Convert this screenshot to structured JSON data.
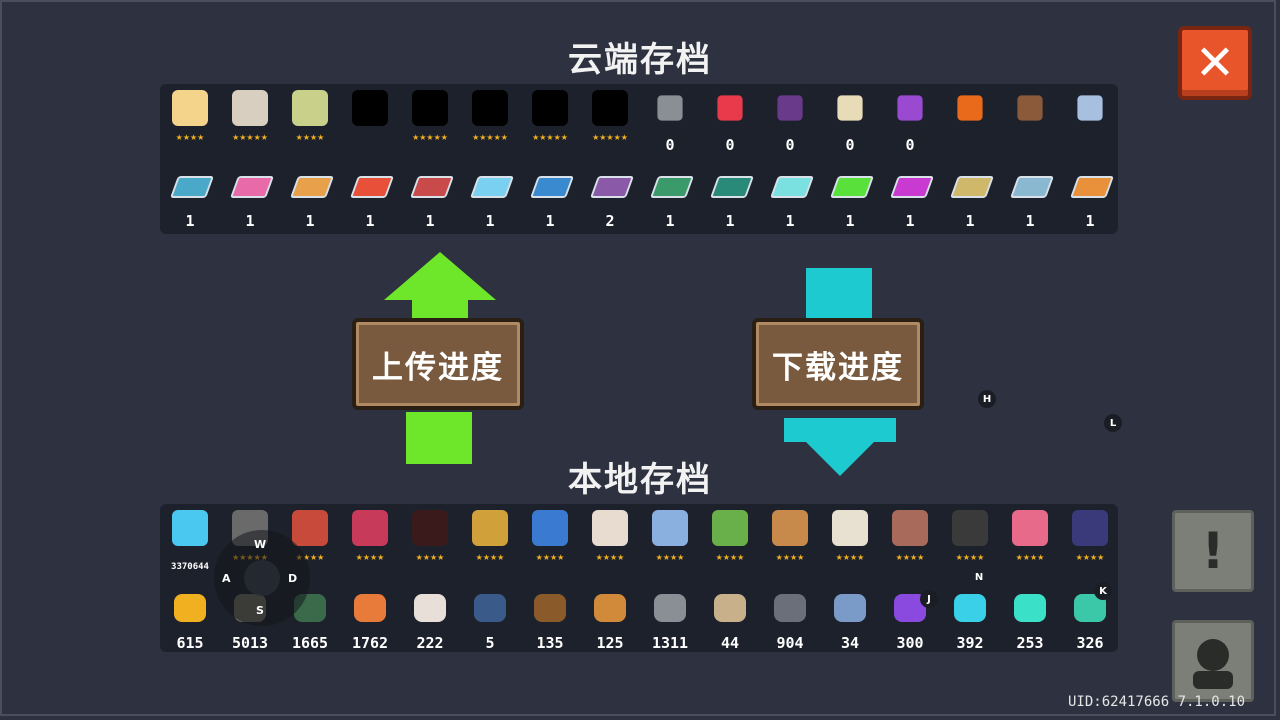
{
  "cloud": {
    "title": "云端存档",
    "characters": [
      {
        "icon": "hero-blonde-icon",
        "color": "#f4d48a",
        "stars": "★★★★"
      },
      {
        "icon": "hero-dark-hair-icon",
        "color": "#d8cfc0",
        "stars": "★★★★★"
      },
      {
        "icon": "hero-green-hat-icon",
        "color": "#c8d08a",
        "stars": "★★★★"
      },
      {
        "icon": "locked-silhouette-icon",
        "color": "#000000",
        "stars": ""
      },
      {
        "icon": "locked-silhouette-icon",
        "color": "#000000",
        "stars": "★★★★★"
      },
      {
        "icon": "locked-silhouette-icon",
        "color": "#000000",
        "stars": "★★★★★"
      },
      {
        "icon": "locked-silhouette-icon",
        "color": "#000000",
        "stars": "★★★★★"
      },
      {
        "icon": "locked-silhouette-icon",
        "color": "#000000",
        "stars": "★★★★★"
      }
    ],
    "counted_items": [
      {
        "icon": "gun-icon",
        "color": "#8a8f96",
        "count": "0"
      },
      {
        "icon": "red-slime-icon",
        "color": "#e83a4a",
        "count": "0"
      },
      {
        "icon": "purple-demon-icon",
        "color": "#6a3a8a",
        "count": "0"
      },
      {
        "icon": "card-icon",
        "color": "#e8dcb8",
        "count": "0"
      },
      {
        "icon": "purple-mask-icon",
        "color": "#9a4ad0",
        "count": "0"
      },
      {
        "icon": "fire-dragon-icon",
        "color": "#e86a1a",
        "count": ""
      },
      {
        "icon": "brown-bug-icon",
        "color": "#8a5a3a",
        "count": ""
      },
      {
        "icon": "robot-cart-icon",
        "color": "#a8c0e0",
        "count": ""
      }
    ],
    "chips": [
      {
        "color": "#4aa8c8",
        "count": "1"
      },
      {
        "color": "#e86aa8",
        "count": "1"
      },
      {
        "color": "#e8a04a",
        "count": "1"
      },
      {
        "color": "#e8503a",
        "count": "1"
      },
      {
        "color": "#c84a4a",
        "count": "1"
      },
      {
        "color": "#7ad0f0",
        "count": "1"
      },
      {
        "color": "#3a8ad0",
        "count": "1"
      },
      {
        "color": "#8a5aa8",
        "count": "2"
      },
      {
        "color": "#3a9a6a",
        "count": "1"
      },
      {
        "color": "#2a8a7a",
        "count": "1"
      },
      {
        "color": "#7ae0e0",
        "count": "1"
      },
      {
        "color": "#5ae03a",
        "count": "1"
      },
      {
        "color": "#c83ad0",
        "count": "1"
      },
      {
        "color": "#d0b86a",
        "count": "1"
      },
      {
        "color": "#8ab8d0",
        "count": "1"
      },
      {
        "color": "#e8903a",
        "count": "1"
      }
    ]
  },
  "upload_button": "上传进度",
  "download_button": "下载进度",
  "local": {
    "title": "本地存档",
    "gems_count": "3370644",
    "characters": [
      {
        "icon": "gem-pile-icon",
        "color": "#4ac8f0",
        "stars": ""
      },
      {
        "icon": "hero-knight-icon",
        "color": "#6a6a6a",
        "stars": "★★★★★"
      },
      {
        "icon": "hero-rogue-icon",
        "color": "#c84a3a",
        "stars": "★★★★"
      },
      {
        "icon": "hero-witch-icon",
        "color": "#c83a5a",
        "stars": "★★★★"
      },
      {
        "icon": "hero-assassin-icon",
        "color": "#3a1a1a",
        "stars": "★★★★"
      },
      {
        "icon": "hero-engineer-icon",
        "color": "#d0a03a",
        "stars": "★★★★"
      },
      {
        "icon": "hero-robot-icon",
        "color": "#3a7ad0",
        "stars": "★★★★"
      },
      {
        "icon": "hero-vampire-icon",
        "color": "#e8dcd0",
        "stars": "★★★★"
      },
      {
        "icon": "hero-paladin-icon",
        "color": "#8ab0e0",
        "stars": "★★★★"
      },
      {
        "icon": "hero-elf-icon",
        "color": "#6ab04a",
        "stars": "★★★★"
      },
      {
        "icon": "hero-werewolf-icon",
        "color": "#c88a4a",
        "stars": "★★★★"
      },
      {
        "icon": "hero-priest-icon",
        "color": "#e8e0d0",
        "stars": "★★★★"
      },
      {
        "icon": "hero-druid-icon",
        "color": "#a86a5a",
        "stars": "★★★★"
      },
      {
        "icon": "hero-berserker-icon",
        "color": "#3a3a3a",
        "stars": "★★★★"
      },
      {
        "icon": "hero-pink-hair-icon",
        "color": "#e86a8a",
        "stars": "★★★★"
      },
      {
        "icon": "hero-demon-icon",
        "color": "#3a3a7a",
        "stars": "★★★★"
      }
    ],
    "materials": [
      {
        "icon": "gold-coin-icon",
        "color": "#f0b020",
        "count": "615"
      },
      {
        "icon": "fish-icon",
        "color": "#6a6a5a",
        "count": "5013"
      },
      {
        "icon": "battery-icon",
        "color": "#3a6a4a",
        "count": "1665"
      },
      {
        "icon": "meat-icon",
        "color": "#e87a3a",
        "count": "1762"
      },
      {
        "icon": "sack-icon",
        "color": "#e8e0d8",
        "count": "222"
      },
      {
        "icon": "blue-feather-icon",
        "color": "#3a5a8a",
        "count": "5"
      },
      {
        "icon": "log-icon",
        "color": "#8a5a2a",
        "count": "135"
      },
      {
        "icon": "fruit-icon",
        "color": "#d08a3a",
        "count": "125"
      },
      {
        "icon": "gear-icon",
        "color": "#8a8f96",
        "count": "1311"
      },
      {
        "icon": "map-scroll-icon",
        "color": "#c8b08a",
        "count": "44"
      },
      {
        "icon": "ore-icon",
        "color": "#6a6f7a",
        "count": "904"
      },
      {
        "icon": "fur-icon",
        "color": "#7a9ac8",
        "count": "34"
      },
      {
        "icon": "purple-crystal-icon",
        "color": "#8a4ae0",
        "count": "300"
      },
      {
        "icon": "cyan-crystal-icon",
        "color": "#3ad0e8",
        "count": "392"
      },
      {
        "icon": "teal-crystal-icon",
        "color": "#3ae0c8",
        "count": "253"
      },
      {
        "icon": "green-crystal-icon",
        "color": "#3ac8a8",
        "count": "326"
      }
    ]
  },
  "key_hints": {
    "h": "H",
    "l": "L",
    "n": "N",
    "j": "J",
    "k": "K"
  },
  "joystick": {
    "up": "W",
    "left": "A",
    "right": "D",
    "down": "S"
  },
  "close_label": "✕",
  "side_alert_label": "!",
  "uid_text": "UID:62417666  7.1.0.10",
  "colors": {
    "upload_arrow": "#6ee62a",
    "download_arrow": "#1ccad0",
    "close_bg": "#e8552b"
  }
}
